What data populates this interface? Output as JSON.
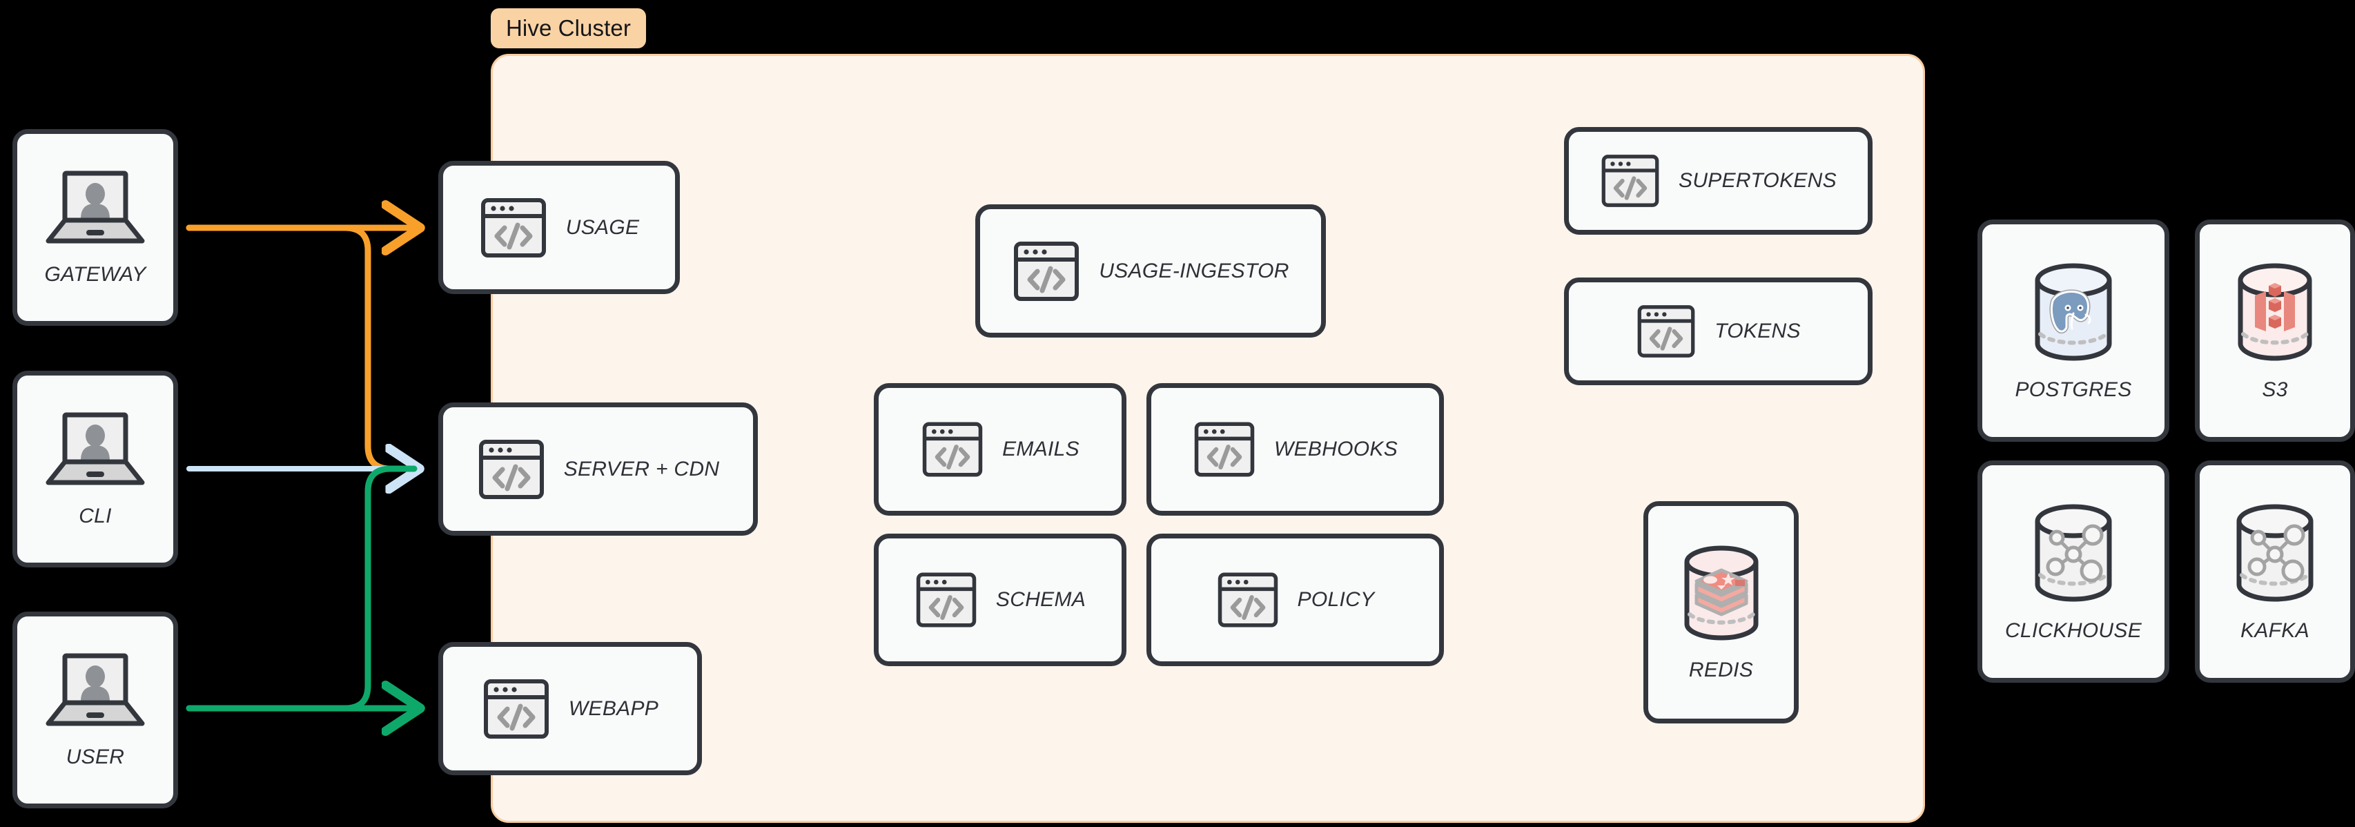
{
  "diagram": {
    "title": "Hive Cluster architecture",
    "background_color": "#000000"
  },
  "cluster": {
    "tag_label": "Hive Cluster",
    "tag_bg": "#FAD3A4",
    "panel_bg": "#FDF4EC",
    "panel_border": "#F9CDA0"
  },
  "actors": [
    {
      "id": "gateway",
      "label": "GATEWAY",
      "icon": "laptop-user-icon"
    },
    {
      "id": "cli",
      "label": "CLI",
      "icon": "laptop-user-icon"
    },
    {
      "id": "user",
      "label": "USER",
      "icon": "laptop-user-icon"
    }
  ],
  "edge_services": [
    {
      "id": "usage",
      "label": "USAGE",
      "icon": "code-window-icon"
    },
    {
      "id": "server-cdn",
      "label": "SERVER + CDN",
      "icon": "code-window-icon"
    },
    {
      "id": "webapp",
      "label": "WEBAPP",
      "icon": "code-window-icon"
    }
  ],
  "core_services": [
    {
      "id": "usage-ingestor",
      "label": "USAGE-INGESTOR",
      "icon": "code-window-icon"
    },
    {
      "id": "emails",
      "label": "EMAILS",
      "icon": "code-window-icon"
    },
    {
      "id": "webhooks",
      "label": "WEBHOOKS",
      "icon": "code-window-icon"
    },
    {
      "id": "schema",
      "label": "SCHEMA",
      "icon": "code-window-icon"
    },
    {
      "id": "policy",
      "label": "POLICY",
      "icon": "code-window-icon"
    }
  ],
  "auth_services": [
    {
      "id": "supertokens",
      "label": "SUPERTOKENS",
      "icon": "code-window-icon"
    },
    {
      "id": "tokens",
      "label": "TOKENS",
      "icon": "code-window-icon"
    }
  ],
  "cluster_datastores": [
    {
      "id": "redis",
      "label": "REDIS",
      "icon": "redis-cylinder-icon"
    }
  ],
  "external_datastores": [
    {
      "id": "postgres",
      "label": "POSTGRES",
      "icon": "postgres-cylinder-icon"
    },
    {
      "id": "s3",
      "label": "S3",
      "icon": "s3-cylinder-icon"
    },
    {
      "id": "clickhouse",
      "label": "CLICKHOUSE",
      "icon": "graph-cylinder-icon"
    },
    {
      "id": "kafka",
      "label": "KAFKA",
      "icon": "graph-cylinder-icon"
    }
  ],
  "connections": [
    {
      "id": "gateway-to-usage",
      "from": "GATEWAY",
      "to": "USAGE",
      "color": "#F9A02B"
    },
    {
      "id": "gateway-to-server-cdn",
      "from": "GATEWAY",
      "to": "SERVER + CDN",
      "color": "#F9A02B"
    },
    {
      "id": "cli-to-server-cdn",
      "from": "CLI",
      "to": "SERVER + CDN",
      "color": "#CDE4F7"
    },
    {
      "id": "user-to-server-cdn",
      "from": "USER",
      "to": "SERVER + CDN",
      "color": "#0EA96A"
    },
    {
      "id": "user-to-webapp",
      "from": "USER",
      "to": "WEBAPP",
      "color": "#0EA96A"
    }
  ],
  "colors": {
    "card_fill": "#F9FAFA",
    "card_stroke": "#33373D",
    "label_text": "#2D3136",
    "icon_gray": "#9A9A9A",
    "orange": "#F9A02B",
    "light_blue": "#CDE4F7",
    "green": "#0EA96A"
  }
}
